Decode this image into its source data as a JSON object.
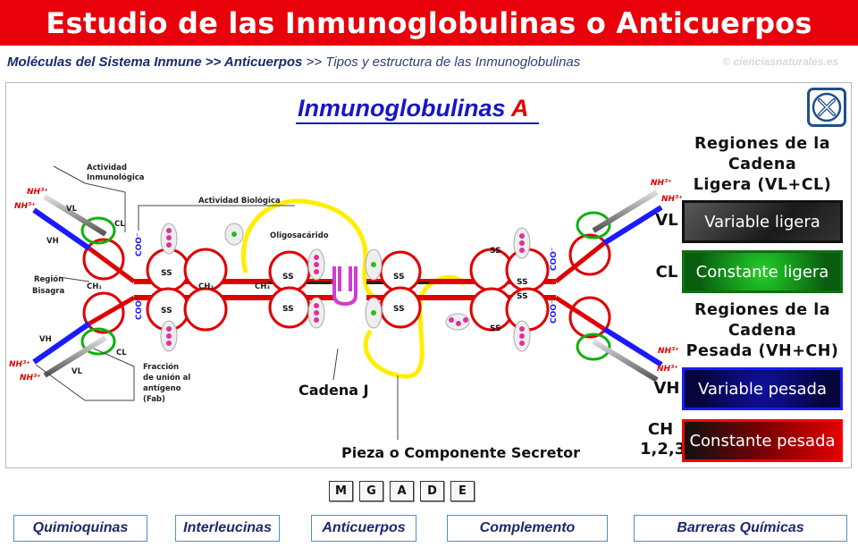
{
  "header": {
    "title": "Estudio de las Inmunoglobulinas o Anticuerpos"
  },
  "breadcrumb": {
    "part1": "Moléculas del Sistema Inmune >> Anticuerpos",
    "separator": ">>",
    "current": "Tipos y estructura de las Inmunoglobulinas"
  },
  "copyright": "© cienciasnaturales.es",
  "diagram": {
    "title_main": "Inmunoglobulinas",
    "title_letter": "A",
    "labels": {
      "actividad_inmunologica_1": "Actividad",
      "actividad_inmunologica_2": "Inmunológica",
      "actividad_biologica": "Actividad Biológica",
      "oligosacarido": "Oligosacárido",
      "region_bisagra_1": "Región",
      "region_bisagra_2": "Bisagra",
      "fraccion_1": "Fracción",
      "fraccion_2": "de unión al",
      "fraccion_3": "antígeno",
      "fraccion_4": "(Fab)",
      "cadena_j": "Cadena J",
      "pieza_secretor": "Pieza o Componente Secretor",
      "vl": "VL",
      "vh": "VH",
      "cl": "CL",
      "ch1": "CH₁",
      "ch2": "CH₂",
      "ch3": "CH₃",
      "nh3": "NH³⁺",
      "coo": "COO⁻",
      "ss": "SS"
    },
    "colors": {
      "heavy_constant": "#e00000",
      "heavy_variable": "#1a1aff",
      "light_variable": "#222222",
      "light_constant": "#10b010",
      "secretory": "#ffee00",
      "j_chain": "#d23cd2"
    }
  },
  "legend": {
    "light_heading": "Regiones de la Cadena Ligera (VL+CL)",
    "heavy_heading": "Regiones de la Cadena Pesada (VH+CH)",
    "light_heading_lines": [
      "Regiones de la",
      "Cadena",
      "Ligera (VL+CL)"
    ],
    "heavy_heading_lines": [
      "Regiones de la",
      "Cadena",
      "Pesada (VH+CH)"
    ],
    "items": [
      {
        "code": "VL",
        "label": "Variable ligera"
      },
      {
        "code": "CL",
        "label": "Constante ligera"
      },
      {
        "code": "VH",
        "label": "Variable pesada"
      },
      {
        "code": "CH\n1,2,3",
        "label": "Constante pesada"
      }
    ],
    "ch_line1": "CH",
    "ch_line2": "1,2,3"
  },
  "ig_types": [
    "M",
    "G",
    "A",
    "D",
    "E"
  ],
  "nav": [
    "Quimioquinas",
    "Interleucinas",
    "Anticuerpos",
    "Complemento",
    "Barreras Químicas"
  ],
  "close_icon": "close-x-icon"
}
